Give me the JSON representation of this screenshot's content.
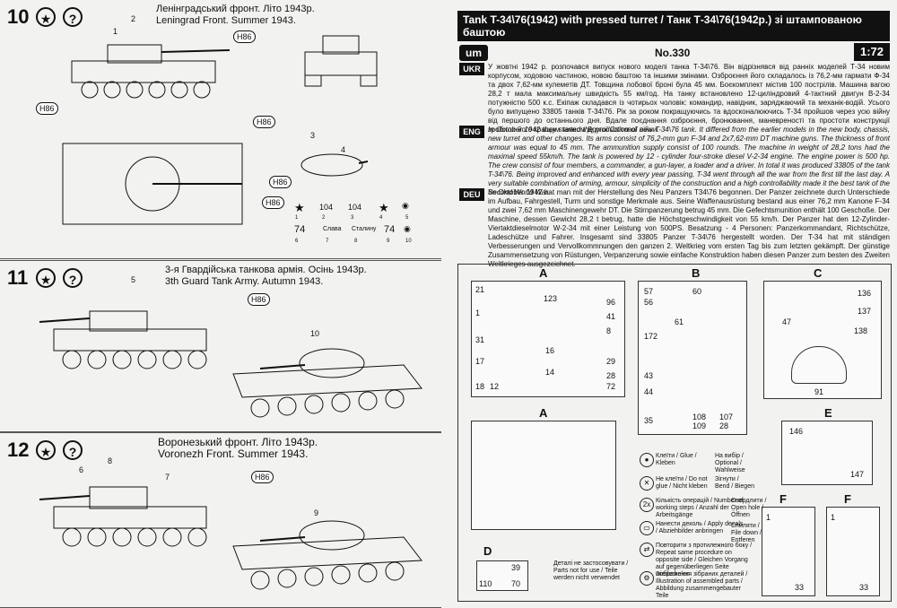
{
  "steps": [
    {
      "number": "10",
      "caption_ua": "Ленінградський фронт. Літо 1943р.",
      "caption_en": "Leningrad Front. Summer 1943.",
      "callouts": [
        "H86",
        "H86",
        "H86",
        "H86",
        "H86"
      ],
      "part_nums": [
        "1",
        "2",
        "3",
        "4"
      ]
    },
    {
      "number": "11",
      "caption_ua": "3-я Гвардійська танкова армія. Осінь 1943р.",
      "caption_en": "3th Guard Tank Army. Autumn 1943.",
      "callouts": [
        "H86"
      ],
      "part_nums": [
        "5",
        "10"
      ]
    },
    {
      "number": "12",
      "caption_ua": "Воронезький фронт. Літо 1943р.",
      "caption_en": "Voronezh Front. Summer 1943.",
      "callouts": [
        "H86"
      ],
      "part_nums": [
        "6",
        "8",
        "7",
        "9"
      ]
    }
  ],
  "decals": {
    "labels": [
      "104",
      "104",
      "74",
      "Слава",
      "Сталину",
      "74"
    ],
    "nums": [
      "1",
      "2",
      "3",
      "4",
      "5",
      "6",
      "7",
      "8",
      "9",
      "10"
    ]
  },
  "header": {
    "title": "Tank T-34\\76(1942) with pressed turret / Танк Т-34\\76(1942р.) зі штампованою баштою",
    "brand": "um",
    "number": "No.330",
    "scale": "1:72"
  },
  "texts": [
    {
      "lang": "UKR",
      "text": "У жовтні 1942 р. розпочався випуск нового моделі танка Т-34\\76. Він відрізнявся від ранніх моделей Т-34 новим корпусом, ходовою частиною, новою баштою та іншими змінами. Озброєння його складалось із 76,2-мм гармати Ф-34 та двох 7,62-мм кулеметів ДТ. Товщина лобової броні була 45 мм. Боєкомплект містив 100 пострілів. Машина вагою 28,2 т мала максимальну швидкість 55 км/год. На танку встановлено 12-циліндровий 4-тактний двигун В-2-34 потужністю 500 к.с. Екіпаж складався із чотирьох чоловік: командир, навідник, заряджаючий та механік-водій. Усього було випущено 33805 танків Т-34\\76. Рік за роком покращуючись та вдосконалюючись Т-34 пройшов через усю війну від першого до останнього дня. Вдале поєднання озброєння, бронювання, маневреності та простоти конструкції зробили його кращим танком Другої Світової війни."
    },
    {
      "lang": "ENG",
      "text": "In October 1942 they started the production of new T-34\\76 tank. It differed from the earlier models in the new body, chassis, new turret and other changes. Its arms consist of 76,2-mm gun F-34 and 2x7,62-mm DT machine guns. The thickness of front armour was equal to 45 mm. The ammunition supply consist of 100 rounds. The machine in weight of 28,2 tons had the maximal speed 55km/h. The tank is powered by 12 - cylinder four-stroke diesel V-2-34 engine. The engine power is 500 hp. The crew consist of four members, a commander, a gun-layer, a loader and a driver. In total it was produced 33805 of the tank T-34\\76. Being improved and enhanced with every year passing, T-34 went through all the war from the first till the last day. A very suitable combination of arming, armour, simplicity of the construction and a high controllability made it the best tank of the Second World War."
    },
    {
      "lang": "DEU",
      "text": "Im Oktober 1942 hat man mit der Herstellung des Neu Panzers T34\\76 begonnen. Der Panzer zeichnete durch Unterschiede im Aufbau, Fahrgestell, Turm und sonstige Merkmale aus. Seine Waffenausrüstung bestand aus einer 76,2 mm Kanone F-34 und zwei 7,62 mm Maschinengewehr DT. Die Stirnpanzerung betrug 45 mm. Die Gefechtsmunition enthält 100 Geschoße. Der Maschine, dessen Gewicht 28,2 t betrug, hatte die Höchstgeschwindigkeit von 55 km/h. Der Panzer hat den 12-Zylinder-Viertaktdieselmotor W-2-34 mit einer Leistung von 500PS. Besatzung - 4 Personen: Panzerkommandant, Richtschütze, Ladeschütze und Fahrer. Insgesamt sind 33805 Panzer T-34\\76 hergestellt worden. Der T-34 hat mit ständigen Verbesserungen und Vervollkommnungen den ganzen 2. Weltkrieg vom ersten Tag bis zum letzten gekämpft. Der günstige Zusammensetzung von Rüstungen, Verpanzerung sowie einfache Konstruktion haben diesen Panzer zum besten des Zweiten Weltkrieges ausgezeichnet."
    }
  ],
  "sprues": {
    "labels": [
      "A",
      "B",
      "C",
      "A",
      "E",
      "D",
      "F",
      "F"
    ],
    "nums_a": [
      "21",
      "1",
      "31",
      "17",
      "18",
      "123",
      "96",
      "41",
      "8",
      "16",
      "14",
      "28",
      "72",
      "12",
      "29"
    ],
    "nums_b": [
      "57",
      "56",
      "60",
      "61",
      "172",
      "43",
      "44",
      "35",
      "108",
      "109",
      "107",
      "28"
    ],
    "nums_c": [
      "136",
      "137",
      "47",
      "138",
      "91"
    ],
    "nums_e": [
      "146",
      "147"
    ],
    "nums_d": [
      "39",
      "110",
      "70"
    ],
    "nums_f": [
      "1",
      "33",
      "1",
      "33"
    ]
  },
  "legend": [
    {
      "icon": "glue-icon",
      "text": "Клеїти / Glue / Kleben"
    },
    {
      "icon": "no-glue-icon",
      "text": "Не клеїти / Do not glue / Nicht kleben"
    },
    {
      "icon": "steps-icon",
      "text": "Кількість операцій / Number of working steps / Anzahl der Arbeitsgänge"
    },
    {
      "icon": "decal-icon",
      "text": "Нанести деколь / Apply decals / Abziehbilder anbringen"
    },
    {
      "icon": "repeat-icon",
      "text": "Повторити з протилежного боку / Repeat same procedure on opposite side / Gleichen Vorgang auf gegenüberliegen Seite wiederholen"
    },
    {
      "icon": "assembly-icon",
      "text": "Зображення зібраних деталей / Illustration of assembled parts / Abbildung zusammengebauter Teile"
    },
    {
      "icon": "optional-icon",
      "text": "На вибір / Optional / Wahlweise"
    },
    {
      "icon": "bend-icon",
      "text": "Зігнути / Bend / Biegen"
    },
    {
      "icon": "drill-icon",
      "text": "Свердлити / Open hole / Öffnen"
    },
    {
      "icon": "file-icon",
      "text": "Спиляти / File down / Entferen"
    },
    {
      "icon": "unused-icon",
      "text": "Деталі не застосовувати / Parts not for use / Teile werden nicht verwendet"
    }
  ],
  "steps_count": "2x"
}
